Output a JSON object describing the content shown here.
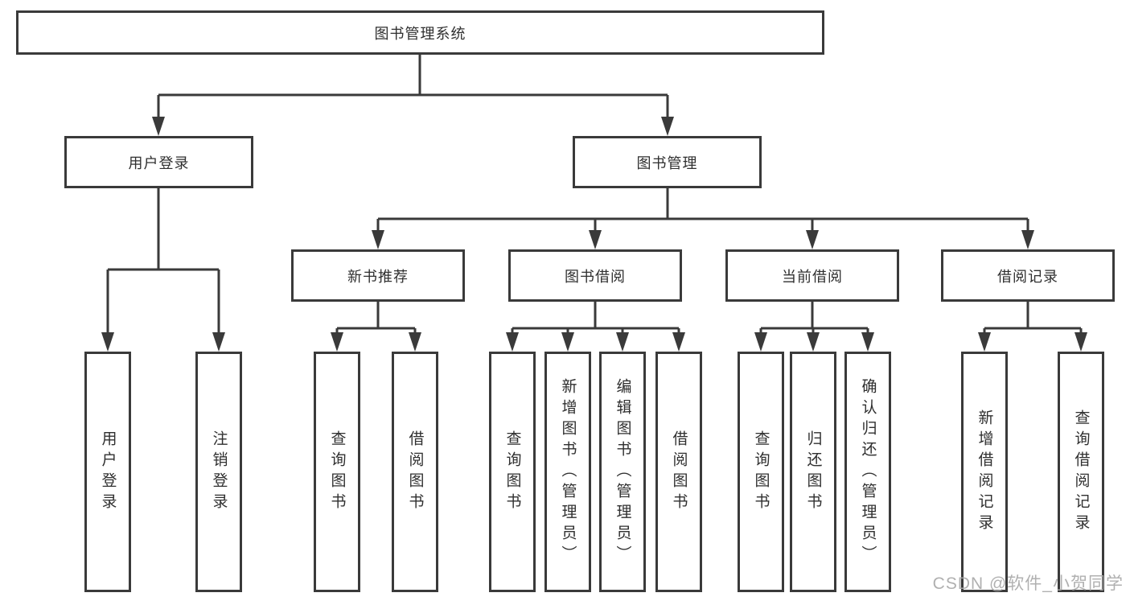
{
  "diagram": {
    "root": {
      "label": "图书管理系统"
    },
    "branches": [
      {
        "label": "用户登录",
        "children": [
          {
            "label": "用户登录"
          },
          {
            "label": "注销登录"
          }
        ]
      },
      {
        "label": "图书管理",
        "children": [
          {
            "label": "新书推荐",
            "children": [
              {
                "label": "查询图书"
              },
              {
                "label": "借阅图书"
              }
            ]
          },
          {
            "label": "图书借阅",
            "children": [
              {
                "label": "查询图书"
              },
              {
                "label": "新增图书（管理员）"
              },
              {
                "label": "编辑图书（管理员）"
              },
              {
                "label": "借阅图书"
              }
            ]
          },
          {
            "label": "当前借阅",
            "children": [
              {
                "label": "查询图书"
              },
              {
                "label": "归还图书"
              },
              {
                "label": "确认归还（管理员）"
              }
            ]
          },
          {
            "label": "借阅记录",
            "children": [
              {
                "label": "新增借阅记录"
              },
              {
                "label": "查询借阅记录"
              }
            ]
          }
        ]
      }
    ]
  },
  "watermark": {
    "text": "CSDN @软件_小贺同学"
  },
  "colors": {
    "line": "#3a3a3a",
    "text": "#2f2f2f",
    "background": "#ffffff",
    "watermark": "#a8a8a8"
  }
}
